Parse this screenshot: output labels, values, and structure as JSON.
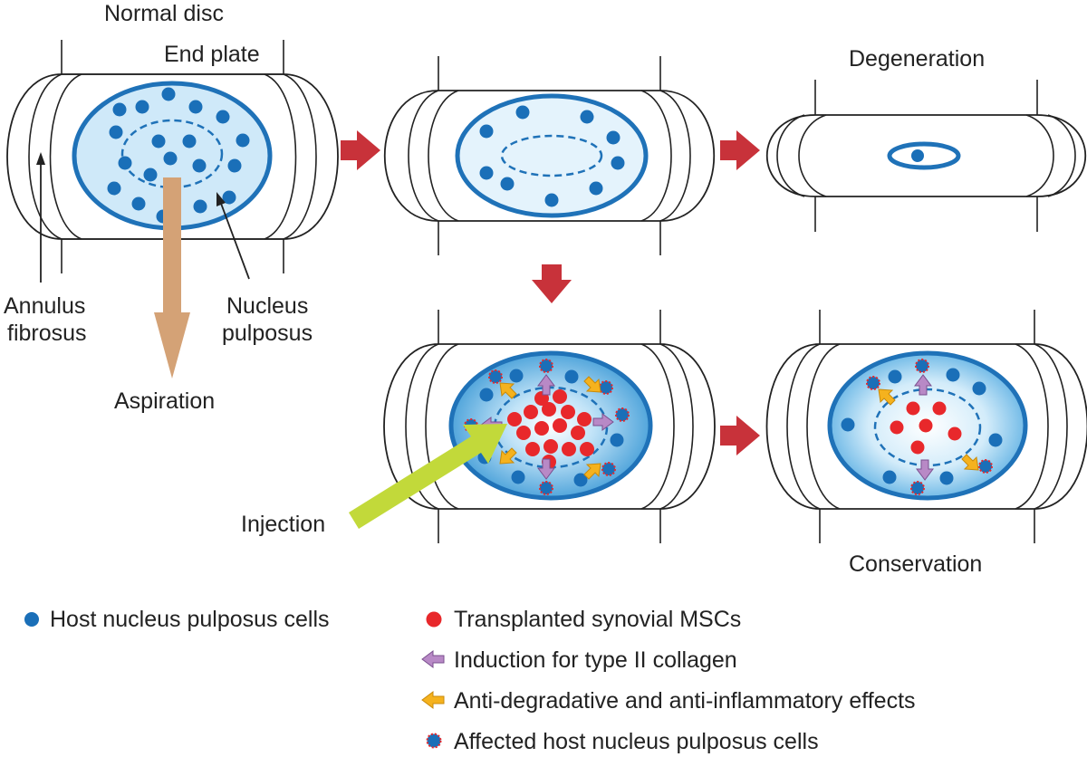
{
  "labels": {
    "normal_disc": "Normal disc",
    "end_plate": "End plate",
    "annulus_line1": "Annulus",
    "annulus_line2": "fibrosus",
    "nucleus_line1": "Nucleus",
    "nucleus_line2": "pulposus",
    "aspiration": "Aspiration",
    "degeneration": "Degeneration",
    "injection": "Injection",
    "conservation": "Conservation"
  },
  "legend": [
    {
      "icon": "blue-dot-icon",
      "text": "Host nucleus pulposus cells"
    },
    {
      "icon": "red-dot-icon",
      "text": "Transplanted synovial MSCs"
    },
    {
      "icon": "purple-arrow-icon",
      "text": "Induction for type II collagen"
    },
    {
      "icon": "orange-arrow-icon",
      "text": "Anti-degradative and anti-inflammatory effects"
    },
    {
      "icon": "affected-cell-icon",
      "text": "Affected host nucleus pulposus cells"
    }
  ],
  "colors": {
    "host_cell": "#1a6fb8",
    "msc": "#e8282b",
    "nucleus_ring": "#1f72b8",
    "nucleus_fill_light": "#d8eefb",
    "nucleus_fill_dark": "#5aaee0",
    "step_arrow": "#c8323a",
    "aspiration_arrow": "#d4a276",
    "injection_arrow": "#c2d93a",
    "collagen_arrow": "#b889c6",
    "effect_arrow": "#f5b21e"
  }
}
